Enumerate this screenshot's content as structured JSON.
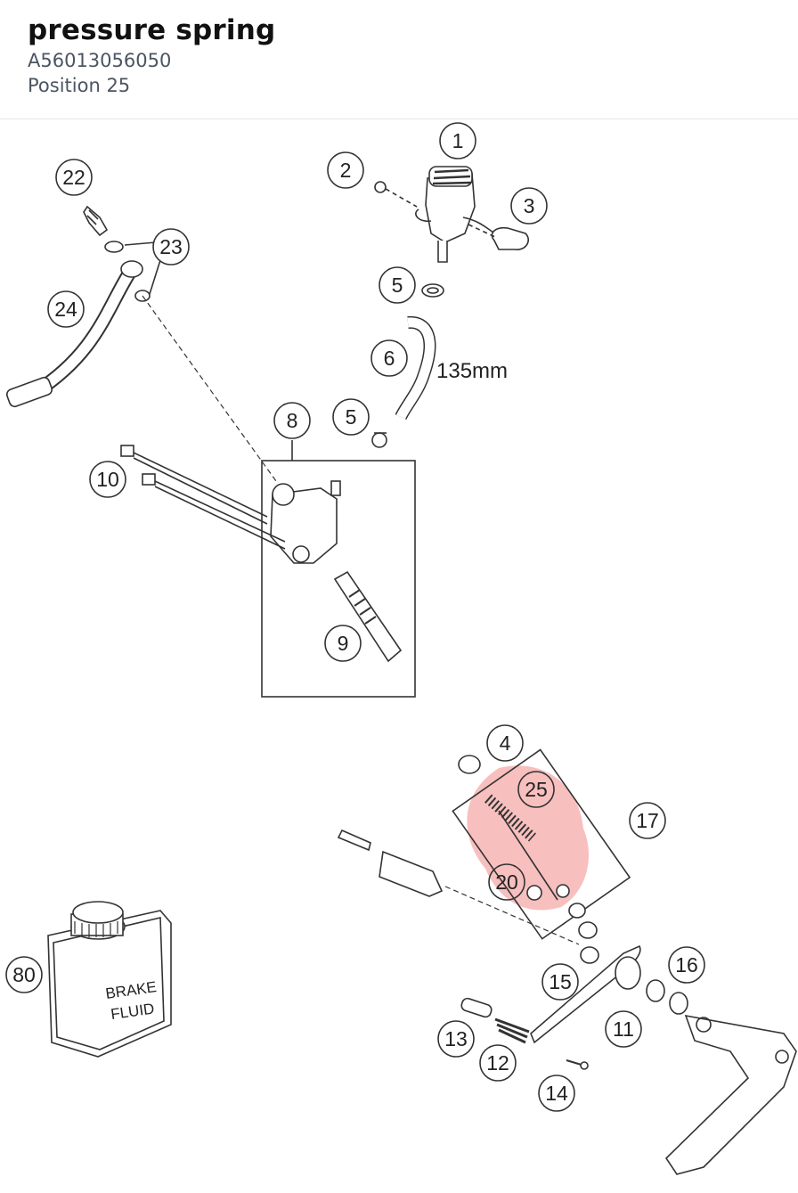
{
  "header": {
    "title": "pressure spring",
    "part_number": "A56013056050",
    "position": "Position 25"
  },
  "diagram": {
    "dimension_label": "135mm",
    "bottle_label_line1": "BRAKE",
    "bottle_label_line2": "FLUID",
    "highlight_color": "#f28b8b",
    "callouts": {
      "c1": "1",
      "c2": "2",
      "c3": "3",
      "c4": "4",
      "c5a": "5",
      "c5b": "5",
      "c6": "6",
      "c8": "8",
      "c9": "9",
      "c10": "10",
      "c11": "11",
      "c12": "12",
      "c13": "13",
      "c14": "14",
      "c15": "15",
      "c16": "16",
      "c17": "17",
      "c20": "20",
      "c22": "22",
      "c23": "23",
      "c24": "24",
      "c25": "25",
      "c80": "80"
    }
  }
}
